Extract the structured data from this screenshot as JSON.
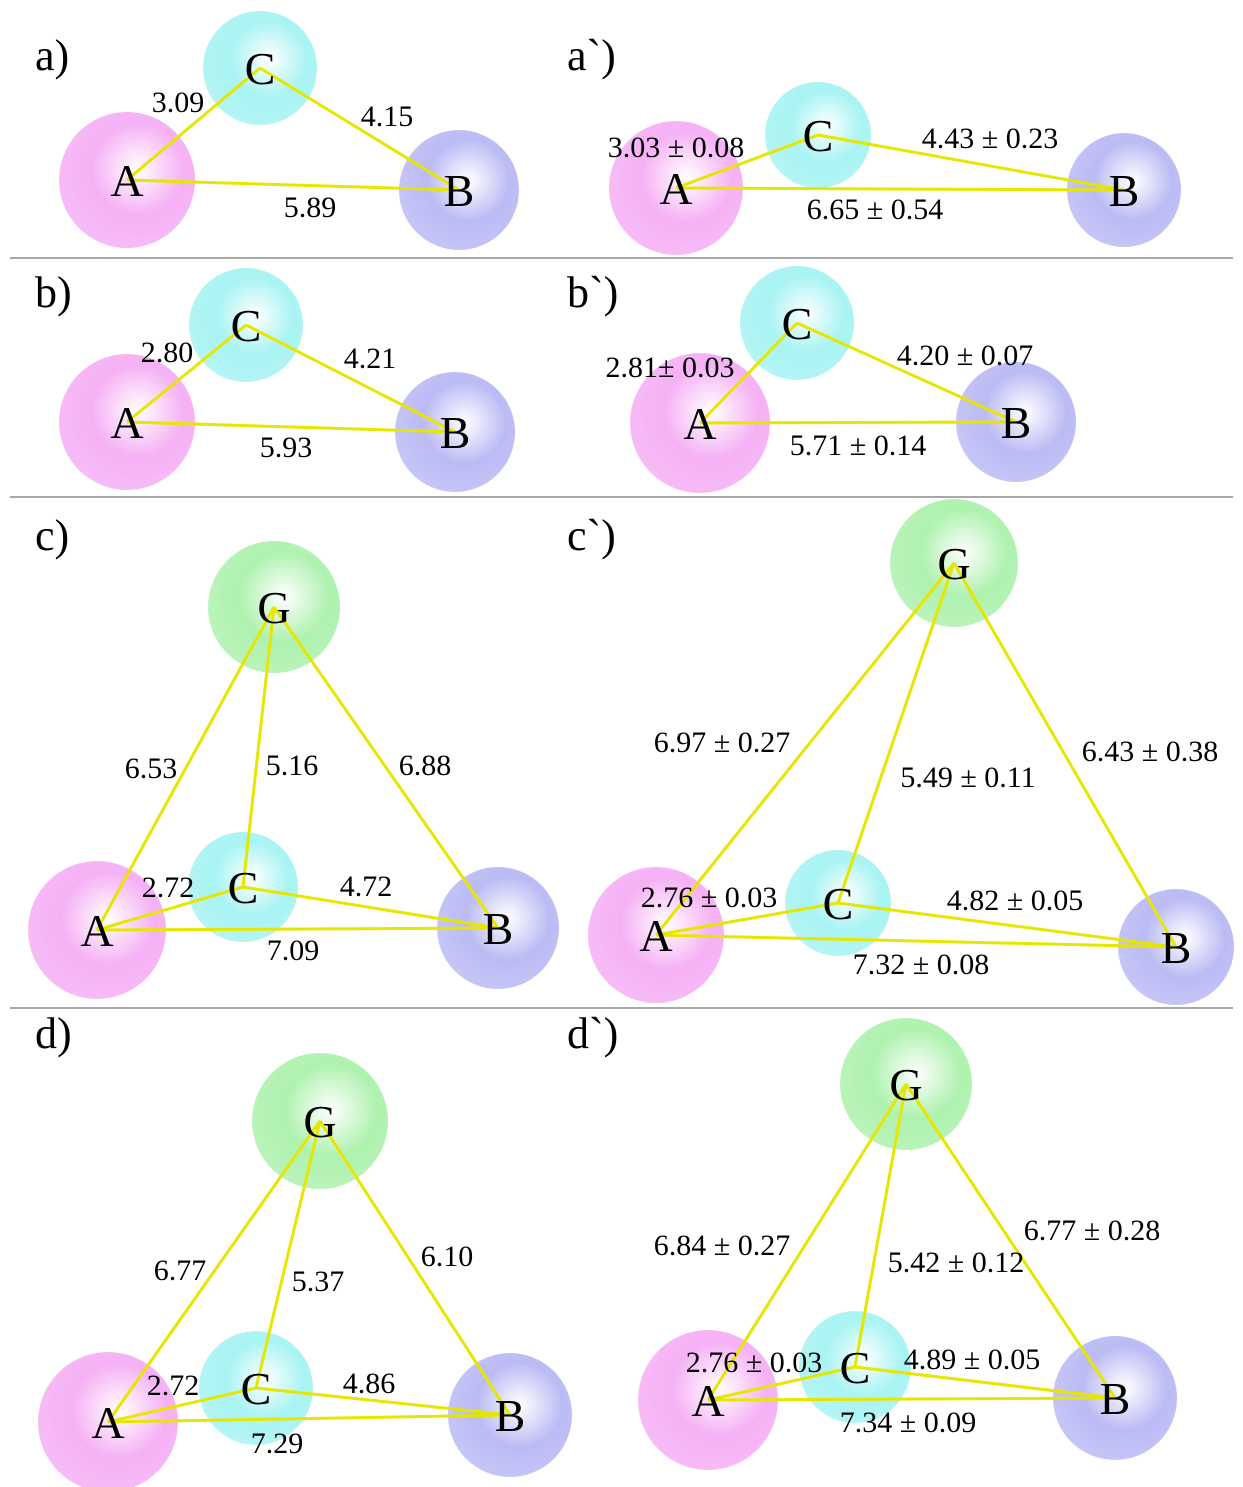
{
  "colors": {
    "A": "#f4a8f4",
    "B": "#b4b4f4",
    "C": "#9ff2f2",
    "G": "#a6f0a6",
    "edge": "#e6e600"
  },
  "panels": [
    {
      "id": "a",
      "label": "a)",
      "nodes": [
        {
          "id": "A",
          "label": "A"
        },
        {
          "id": "C",
          "label": "C"
        },
        {
          "id": "B",
          "label": "B"
        }
      ],
      "edges": [
        {
          "from": "A",
          "to": "C",
          "label": "3.09"
        },
        {
          "from": "C",
          "to": "B",
          "label": "4.15"
        },
        {
          "from": "A",
          "to": "B",
          "label": "5.89"
        }
      ]
    },
    {
      "id": "a2",
      "label": "a`)",
      "nodes": [
        {
          "id": "A",
          "label": "A"
        },
        {
          "id": "C",
          "label": "C"
        },
        {
          "id": "B",
          "label": "B"
        }
      ],
      "edges": [
        {
          "from": "A",
          "to": "C",
          "label": "3.03 ± 0.08"
        },
        {
          "from": "C",
          "to": "B",
          "label": "4.43 ± 0.23"
        },
        {
          "from": "A",
          "to": "B",
          "label": "6.65 ± 0.54"
        }
      ]
    },
    {
      "id": "b",
      "label": "b)",
      "nodes": [
        {
          "id": "A",
          "label": "A"
        },
        {
          "id": "C",
          "label": "C"
        },
        {
          "id": "B",
          "label": "B"
        }
      ],
      "edges": [
        {
          "from": "A",
          "to": "C",
          "label": "2.80"
        },
        {
          "from": "C",
          "to": "B",
          "label": "4.21"
        },
        {
          "from": "A",
          "to": "B",
          "label": "5.93"
        }
      ]
    },
    {
      "id": "b2",
      "label": "b`)",
      "nodes": [
        {
          "id": "A",
          "label": "A"
        },
        {
          "id": "C",
          "label": "C"
        },
        {
          "id": "B",
          "label": "B"
        }
      ],
      "edges": [
        {
          "from": "A",
          "to": "C",
          "label": "2.81± 0.03"
        },
        {
          "from": "C",
          "to": "B",
          "label": "4.20 ± 0.07"
        },
        {
          "from": "A",
          "to": "B",
          "label": "5.71 ± 0.14"
        }
      ]
    },
    {
      "id": "c",
      "label": "c)",
      "nodes": [
        {
          "id": "G",
          "label": "G"
        },
        {
          "id": "A",
          "label": "A"
        },
        {
          "id": "C",
          "label": "C"
        },
        {
          "id": "B",
          "label": "B"
        }
      ],
      "edges": [
        {
          "from": "A",
          "to": "G",
          "label": "6.53"
        },
        {
          "from": "C",
          "to": "G",
          "label": "5.16"
        },
        {
          "from": "B",
          "to": "G",
          "label": "6.88"
        },
        {
          "from": "A",
          "to": "C",
          "label": "2.72"
        },
        {
          "from": "C",
          "to": "B",
          "label": "4.72"
        },
        {
          "from": "A",
          "to": "B",
          "label": "7.09"
        }
      ]
    },
    {
      "id": "c2",
      "label": "c`)",
      "nodes": [
        {
          "id": "G",
          "label": "G"
        },
        {
          "id": "A",
          "label": "A"
        },
        {
          "id": "C",
          "label": "C"
        },
        {
          "id": "B",
          "label": "B"
        }
      ],
      "edges": [
        {
          "from": "A",
          "to": "G",
          "label": "6.97 ± 0.27"
        },
        {
          "from": "C",
          "to": "G",
          "label": "5.49 ± 0.11"
        },
        {
          "from": "B",
          "to": "G",
          "label": "6.43 ± 0.38"
        },
        {
          "from": "A",
          "to": "C",
          "label": "2.76 ± 0.03"
        },
        {
          "from": "C",
          "to": "B",
          "label": "4.82 ± 0.05"
        },
        {
          "from": "A",
          "to": "B",
          "label": "7.32 ± 0.08"
        }
      ]
    },
    {
      "id": "d",
      "label": "d)",
      "nodes": [
        {
          "id": "G",
          "label": "G"
        },
        {
          "id": "A",
          "label": "A"
        },
        {
          "id": "C",
          "label": "C"
        },
        {
          "id": "B",
          "label": "B"
        }
      ],
      "edges": [
        {
          "from": "A",
          "to": "G",
          "label": "6.77"
        },
        {
          "from": "C",
          "to": "G",
          "label": "5.37"
        },
        {
          "from": "B",
          "to": "G",
          "label": "6.10"
        },
        {
          "from": "A",
          "to": "C",
          "label": "2.72"
        },
        {
          "from": "C",
          "to": "B",
          "label": "4.86"
        },
        {
          "from": "A",
          "to": "B",
          "label": "7.29"
        }
      ]
    },
    {
      "id": "d2",
      "label": "d`)",
      "nodes": [
        {
          "id": "G",
          "label": "G"
        },
        {
          "id": "A",
          "label": "A"
        },
        {
          "id": "C",
          "label": "C"
        },
        {
          "id": "B",
          "label": "B"
        }
      ],
      "edges": [
        {
          "from": "A",
          "to": "G",
          "label": "6.84 ± 0.27"
        },
        {
          "from": "C",
          "to": "G",
          "label": "5.42 ± 0.12"
        },
        {
          "from": "B",
          "to": "G",
          "label": "6.77 ± 0.28"
        },
        {
          "from": "A",
          "to": "C",
          "label": "2.76 ± 0.03"
        },
        {
          "from": "C",
          "to": "B",
          "label": "4.89 ± 0.05"
        },
        {
          "from": "A",
          "to": "B",
          "label": "7.34 ± 0.09"
        }
      ]
    }
  ]
}
